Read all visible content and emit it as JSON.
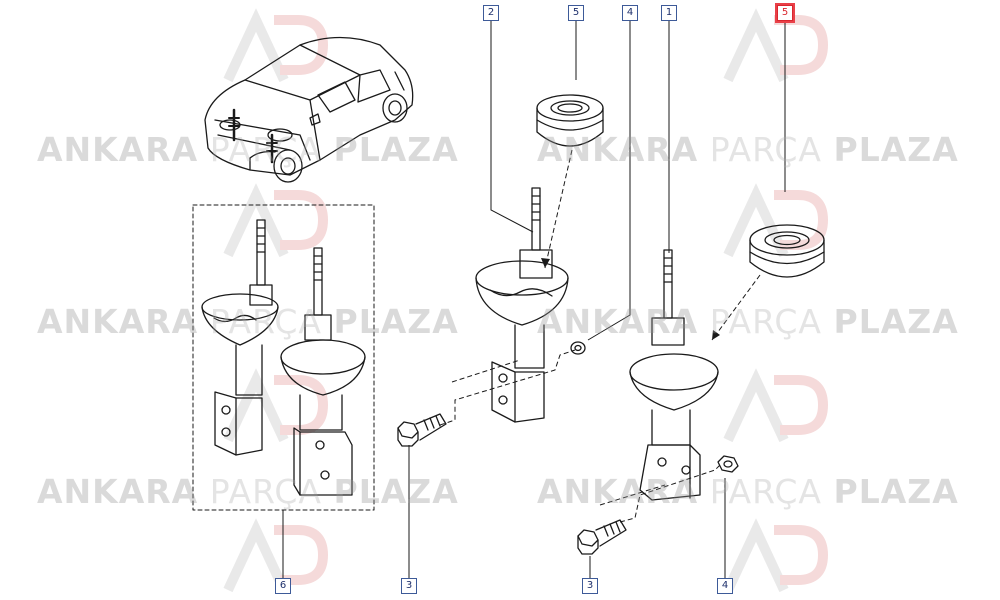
{
  "watermark": {
    "word1": "ANKARA",
    "word2": "PARÇA",
    "word3": "PLAZA"
  },
  "callouts": {
    "c2_top": "2",
    "c5_top": "5",
    "c4_top": "4",
    "c1_top": "1",
    "c5_highlight": "5",
    "c6_bottom": "6",
    "c3_left": "3",
    "c3_right": "3",
    "c4_bottom": "4"
  },
  "colors": {
    "line": "#1a1a1a",
    "callout_border": "#3d5a98",
    "highlight": "#e94048",
    "watermark": "#b0b0b0"
  }
}
